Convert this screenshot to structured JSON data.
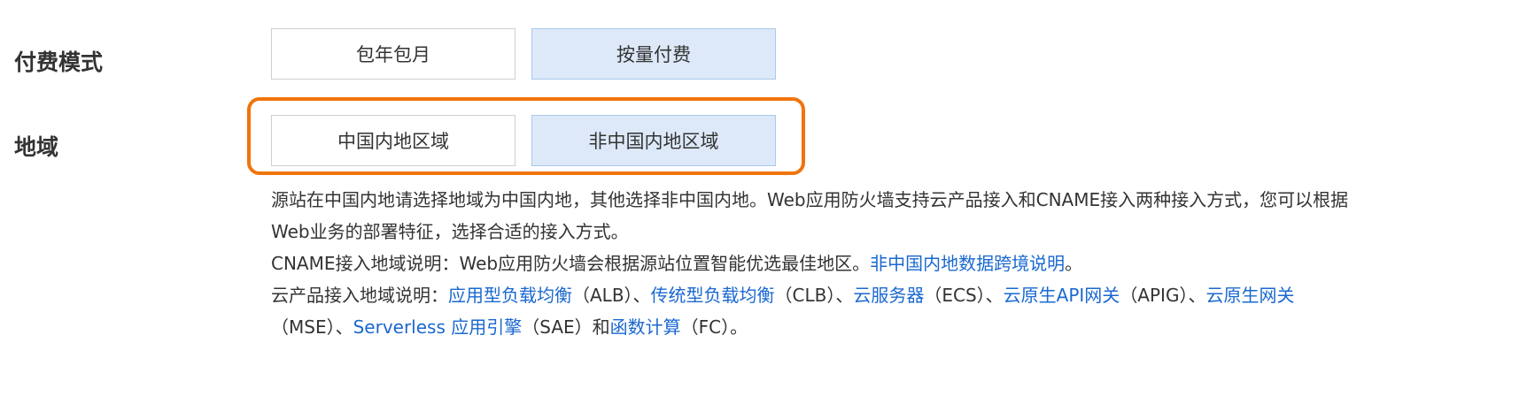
{
  "billing": {
    "label": "付费模式",
    "options": [
      {
        "label": "包年包月",
        "selected": false
      },
      {
        "label": "按量付费",
        "selected": true
      }
    ]
  },
  "region": {
    "label": "地域",
    "options": [
      {
        "label": "中国内地区域",
        "selected": false
      },
      {
        "label": "非中国内地区域",
        "selected": true
      }
    ]
  },
  "highlight_color": "#f0740c",
  "selected_bg": "#dde9f8",
  "link_color": "#1a68d0",
  "description": {
    "p1": "源站在中国内地请选择地域为中国内地，其他选择非中国内地。Web应用防火墙支持云产品接入和CNAME接入两种接入方式，您可以根据Web业务的部署特征，选择合适的接入方式。",
    "p2_text": "CNAME接入地域说明：Web应用防火墙会根据源站位置智能优选最佳地区。",
    "p2_link": "非中国内地数据跨境说明",
    "p2_end": "。",
    "p3_prefix": "云产品接入地域说明：",
    "alb_link": "应用型负载均衡",
    "alb_text": "（ALB）、",
    "clb_link": "传统型负载均衡",
    "clb_text": "（CLB）、",
    "ecs_link": "云服务器",
    "ecs_text": "（ECS）、",
    "apig_link": "云原生API网关",
    "apig_text": "（APIG）、",
    "mse_link": "云原生网关",
    "mse_text": "（MSE）、",
    "sae_link": "Serverless 应用引擎",
    "sae_text": "（SAE）和",
    "fc_link": "函数计算",
    "fc_text": "（FC）。"
  }
}
